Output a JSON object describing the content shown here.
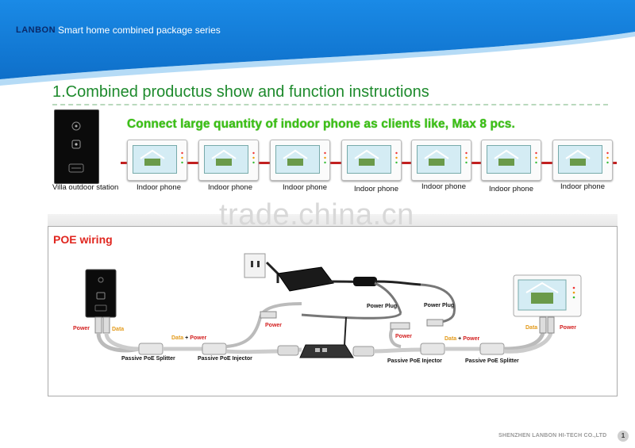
{
  "header": {
    "brand": "LANBON",
    "series": "Smart home combined package series"
  },
  "section": {
    "title": "1.Combined productus show and function instructions"
  },
  "headline": "Connect large quantity of indoor phone as clients like, Max 8 pcs.",
  "outdoor_caption": "Villa outdoor station",
  "indoor_captions": [
    "Indoor phone",
    "Indoor phone",
    "Indoor phone",
    "Indoor phone",
    "Indoor phone",
    "Indoor phone",
    "Indoor phone"
  ],
  "watermark": "trade.china.cn",
  "poe": {
    "title": "POE wiring",
    "labels": {
      "power": "Power",
      "data": "Data",
      "plus": "+",
      "power_plug": "Power Plug",
      "passive_splitter": "Passive PoE Splitter",
      "passive_injector": "Passive PoE Injector"
    }
  },
  "footer": {
    "company": "SHENZHEN LANBON HI-TECH CO.,LTD",
    "page": "1"
  },
  "colors": {
    "header_blue": "#1787e2",
    "green": "#3cc016",
    "red": "#c21f1f",
    "orange": "#e39a1a"
  }
}
